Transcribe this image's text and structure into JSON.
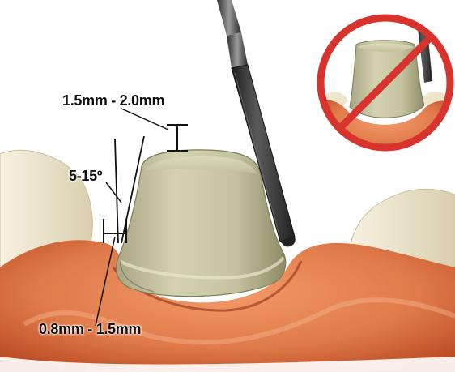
{
  "diagram": {
    "labels": {
      "occlusal_reduction": "1.5mm - 2.0mm",
      "taper_angle": "5-15º",
      "shoulder_width": "0.8mm - 1.5mm"
    },
    "inset": {
      "meaning": "incorrect technique - prohibited"
    },
    "colors": {
      "gingiva": "#e07a4a",
      "gingiva_dark": "#b94a22",
      "tooth_prep": "#c9c7a3",
      "tooth_shadow": "#8e8c67",
      "neighbor_tooth": "#eee6cc",
      "bur": "#3a3a3a",
      "prohibition_red": "#d8342d"
    }
  }
}
